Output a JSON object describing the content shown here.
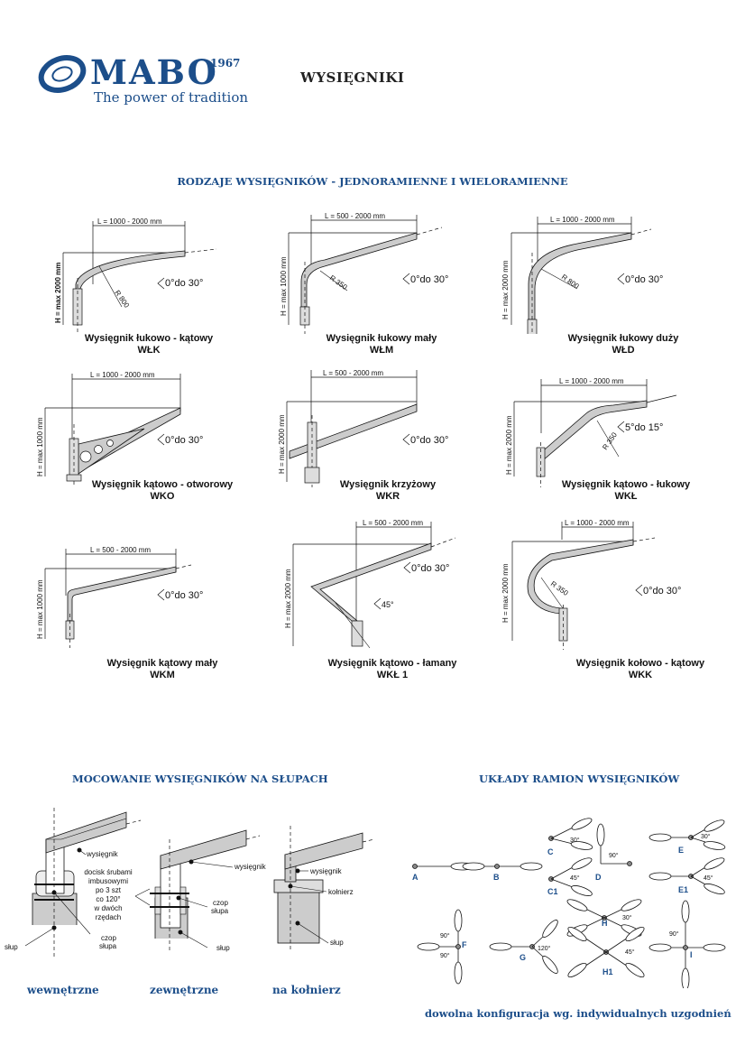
{
  "header": {
    "logo_word": "MABO",
    "logo_year": "1967",
    "tagline": "The power of tradition",
    "page_title": "WYSIĘGNIKI",
    "brand_color": "#1c4e8a"
  },
  "section_types": {
    "title": "RODZAJE WYSIĘGNIKÓW - JEDNORAMIENNE I WIELORAMIENNE",
    "items": [
      {
        "name": "Wysięgnik łukowo - kątowy",
        "code": "WŁK",
        "length": "L = 1000 - 2000 mm",
        "height": "H = max 2000 mm",
        "radius": "R 800",
        "angle": "0°do 30°"
      },
      {
        "name": "Wysięgnik łukowy mały",
        "code": "WŁM",
        "length": "L = 500 - 2000 mm",
        "height": "H = max 1000 mm",
        "radius": "R 350",
        "angle": "0°do 30°"
      },
      {
        "name": "Wysięgnik łukowy duży",
        "code": "WŁD",
        "length": "L = 1000 - 2000 mm",
        "height": "H = max 2000 mm",
        "radius": "R 800",
        "angle": "0°do 30°"
      },
      {
        "name": "Wysięgnik kątowo - otworowy",
        "code": "WKO",
        "length": "L = 1000 - 2000 mm",
        "height": "H = max 1000 mm",
        "angle": "0°do 30°"
      },
      {
        "name": "Wysięgnik krzyżowy",
        "code": "WKR",
        "length": "L = 500 - 2000 mm",
        "height": "H = max 2000 mm",
        "angle": "0°do 30°"
      },
      {
        "name": "Wysięgnik kątowo - łukowy",
        "code": "WKŁ",
        "length": "L = 1000 - 2000 mm",
        "height": "H = max 2000 mm",
        "radius": "R 350",
        "angle": "5°do 15°"
      },
      {
        "name": "Wysięgnik kątowy mały",
        "code": "WKM",
        "length": "L = 500 - 2000 mm",
        "height": "H = max 1000 mm",
        "angle": "0°do 30°"
      },
      {
        "name": "Wysięgnik kątowo - łamany",
        "code": "WKŁ 1",
        "length": "L = 500 - 2000 mm",
        "height": "H = max 2000 mm",
        "angle": "0°do 30°",
        "angle2": "45°"
      },
      {
        "name": "Wysięgnik kołowo - kątowy",
        "code": "WKK",
        "length": "L = 1000 - 2000 mm",
        "height": "H = max 2000 mm",
        "radius": "R 350",
        "angle": "0°do 30°"
      }
    ]
  },
  "section_mounting": {
    "title": "MOCOWANIE WYSIĘGNIKÓW NA SŁUPACH",
    "labels": {
      "arm": "wysięgnik",
      "pole": "słup",
      "spigot": "czop",
      "spigot_of_pole": "słupa",
      "flange": "kołnierz",
      "clamp_note": [
        "docisk śrubami",
        "imbusowymi",
        "po 3 szt",
        "co 120°",
        "w dwóch",
        "rzędach"
      ]
    },
    "types": [
      "wewnętrzne",
      "zewnętrzne",
      "na kołnierz"
    ]
  },
  "section_layouts": {
    "title": "UKŁADY RAMION WYSIĘGNIKÓW",
    "letters": [
      "A",
      "B",
      "C",
      "C1",
      "D",
      "E",
      "E1",
      "F",
      "G",
      "H",
      "H1",
      "I"
    ],
    "angles": [
      "30°",
      "45°",
      "90°",
      "120°"
    ],
    "note": "dowolna konfiguracja wg. indywidualnych uzgodnień"
  }
}
